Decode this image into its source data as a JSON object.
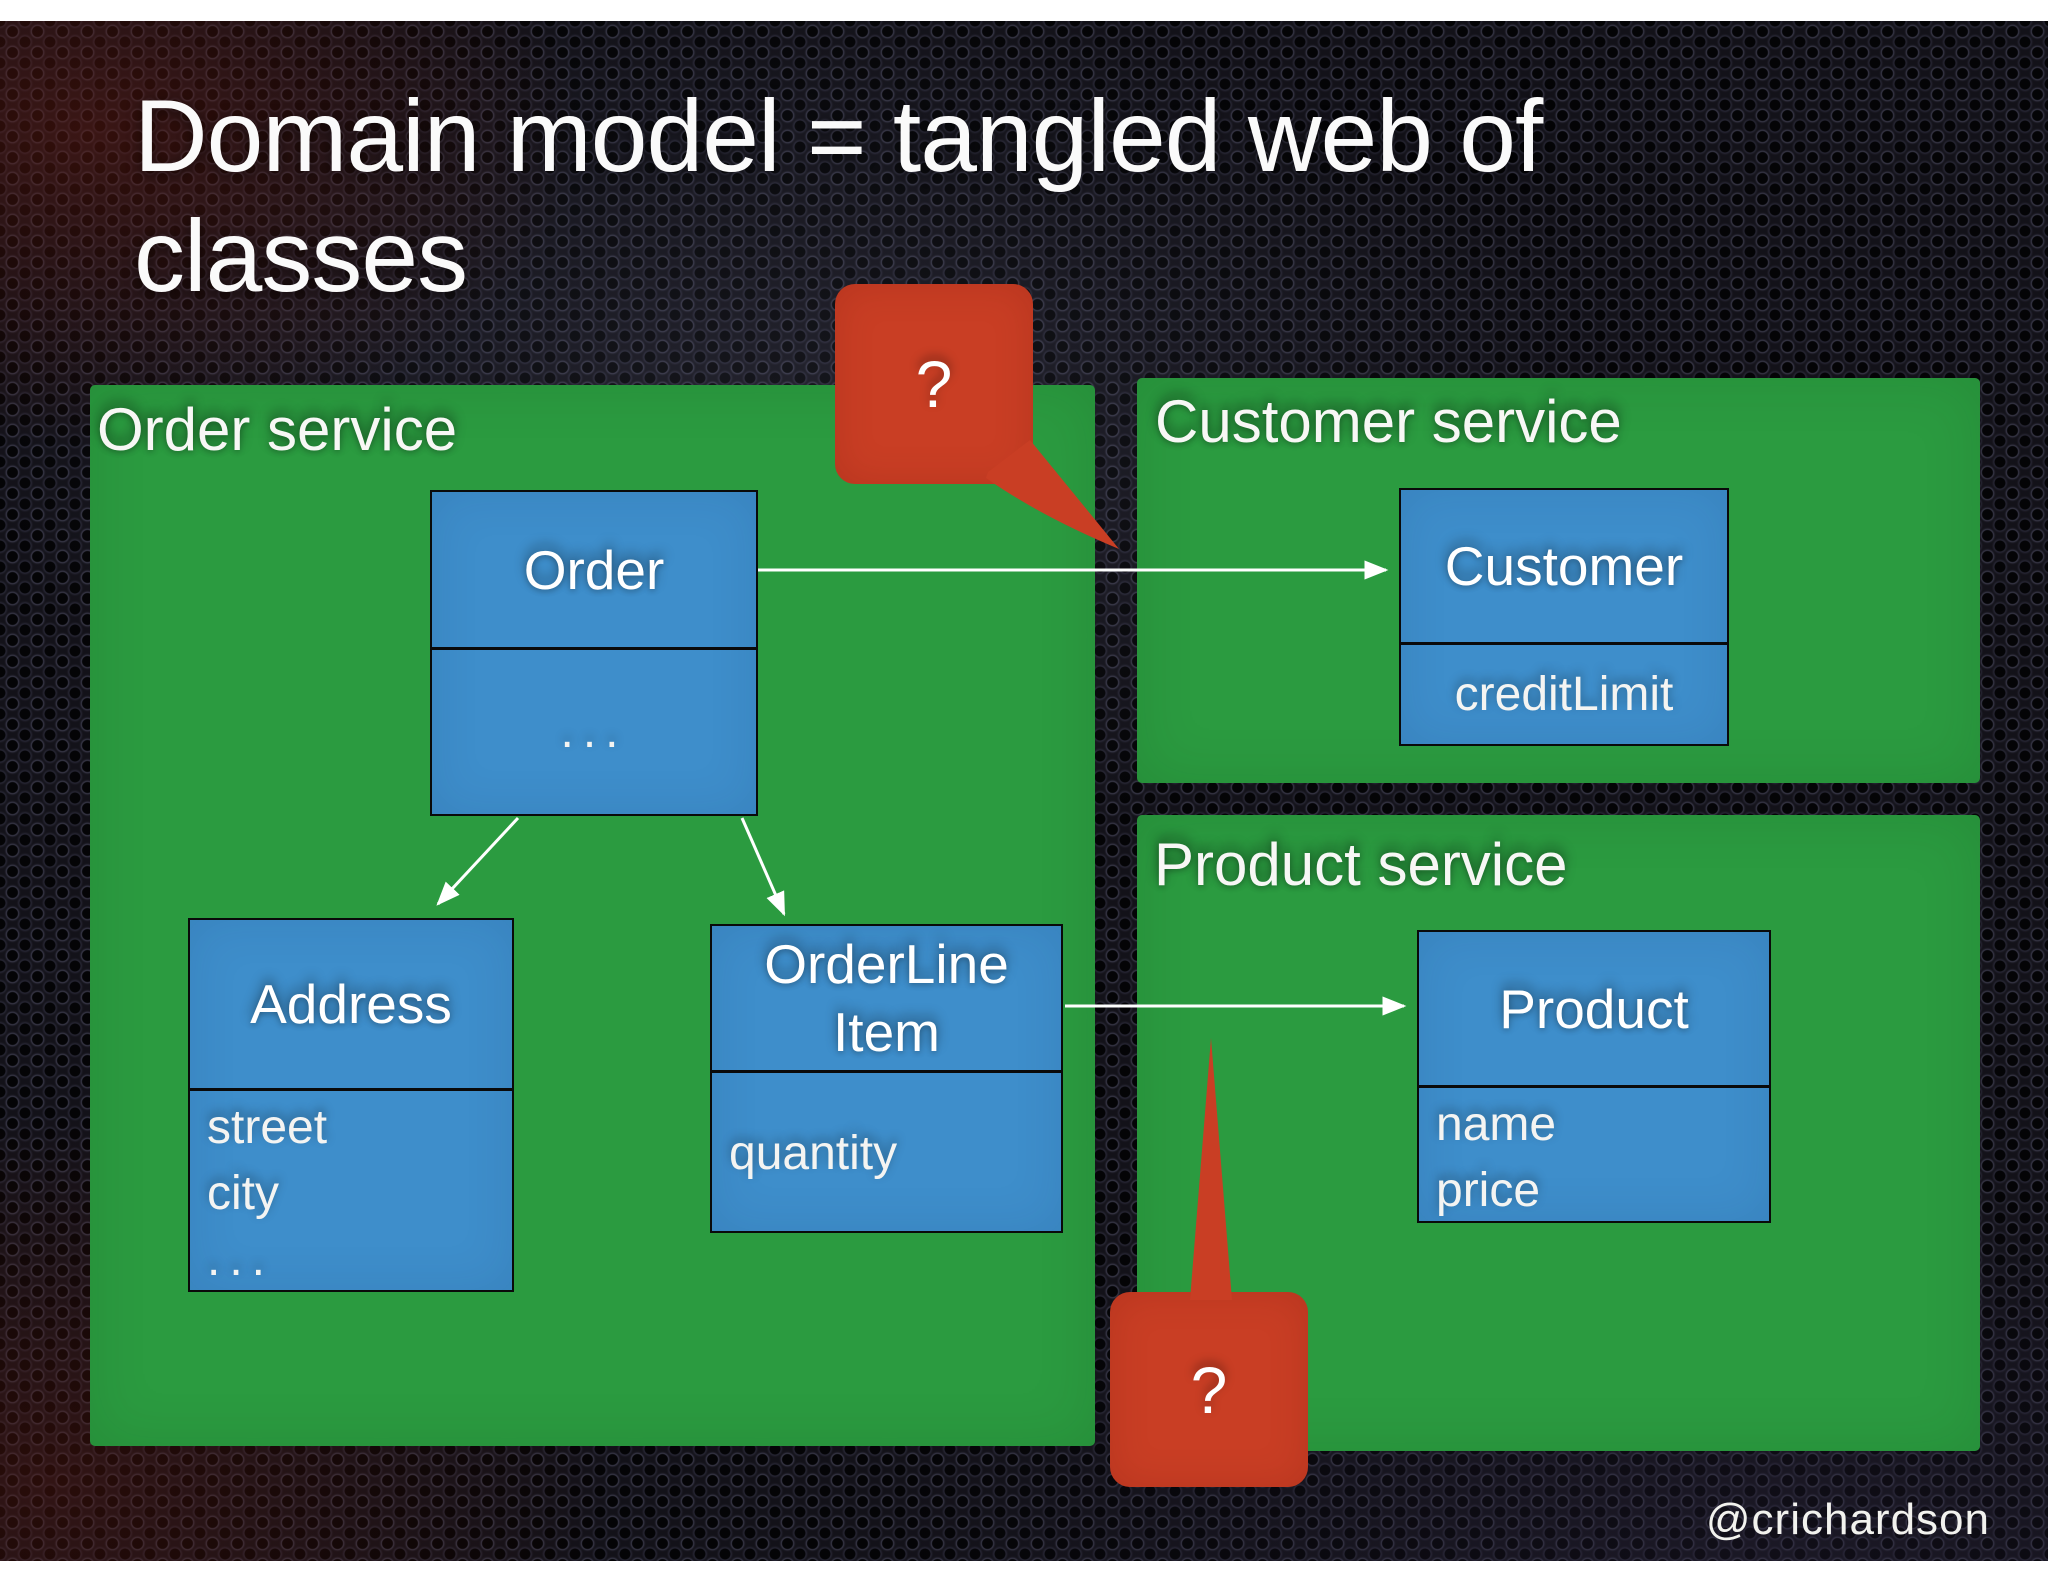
{
  "slide": {
    "title_line1": "Domain model = tangled web of",
    "title_line2": "classes",
    "credit": "@crichardson"
  },
  "services": {
    "order": {
      "label": "Order service"
    },
    "customer": {
      "label": "Customer service"
    },
    "product": {
      "label": "Product service"
    }
  },
  "classes": {
    "order": {
      "title": "Order",
      "attr1": "..."
    },
    "address": {
      "title": "Address",
      "attr1": "street",
      "attr2": "city",
      "attr3": "..."
    },
    "orderLineItem": {
      "title_line1": "OrderLine",
      "title_line2": "Item",
      "attr1": "quantity"
    },
    "customer": {
      "title": "Customer",
      "attr1": "creditLimit"
    },
    "product": {
      "title": "Product",
      "attr1": "name",
      "attr2": "price"
    }
  },
  "callouts": {
    "top": {
      "label": "?"
    },
    "bottom": {
      "label": "?"
    }
  },
  "relations": [
    {
      "from": "Order",
      "to": "Customer"
    },
    {
      "from": "Order",
      "to": "Address"
    },
    {
      "from": "Order",
      "to": "OrderLineItem"
    },
    {
      "from": "OrderLineItem",
      "to": "Product"
    }
  ],
  "colors": {
    "service_green": "#2b9b40",
    "class_blue": "#3e8ecb",
    "callout_red": "#c93e24",
    "text_white": "#ffffff",
    "background_dark": "#131219"
  }
}
